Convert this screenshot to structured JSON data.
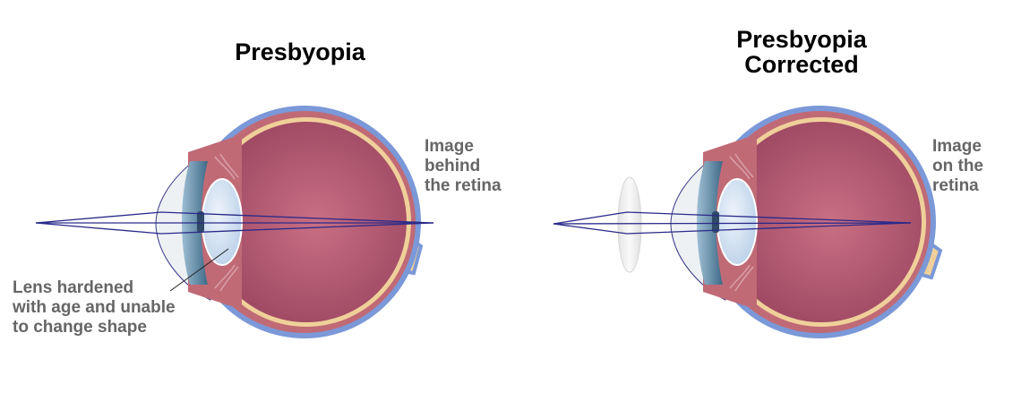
{
  "panels": [
    {
      "title": "Presbyopia",
      "focus_label": [
        "Image",
        "behind",
        "the retina"
      ],
      "annotation": [
        "Lens hardened",
        "with age and unable",
        "to change shape"
      ]
    },
    {
      "title_lines": [
        "Presbyopia",
        "Corrected"
      ],
      "focus_label": [
        "Image",
        "on the",
        "retina"
      ]
    }
  ],
  "colors": {
    "sclera": "#7b98d8",
    "choroid": "#c06a76",
    "retina_layer": "#f0d09a",
    "vitreous": "#a64a62",
    "lens": "#cfe0f2",
    "iris": "#5a84a0",
    "cornea": "#e6ecf2",
    "rays": "#2a2a8a",
    "title_text": "#000000",
    "label_text": "#666666"
  }
}
